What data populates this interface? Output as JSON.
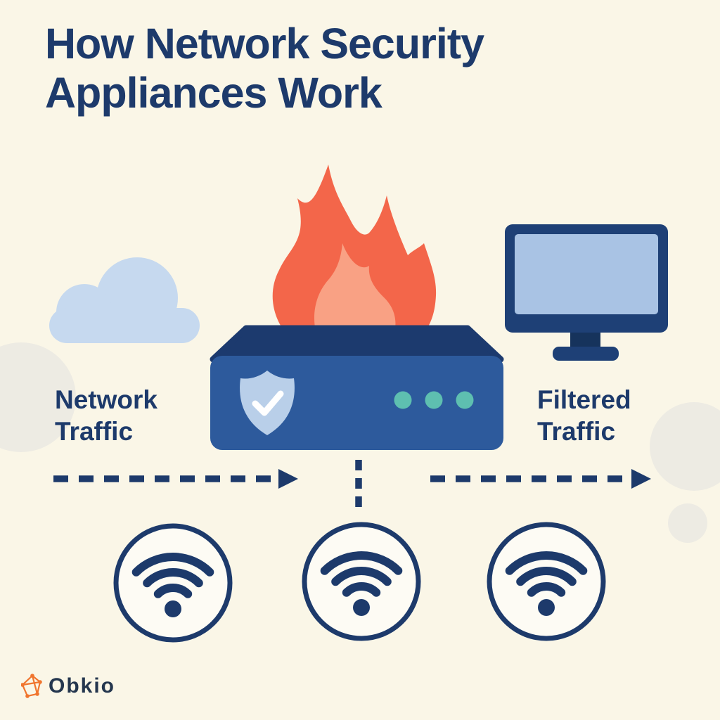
{
  "title": {
    "line1": "How Network Security",
    "line2": "Appliances Work",
    "full": "How Network Security Appliances Work"
  },
  "flow": {
    "input_label": "Network Traffic",
    "output_label": "Filtered Traffic",
    "direction": "left-to-right"
  },
  "branding": {
    "name": "Obkio"
  },
  "icons": {
    "cloud": "cloud-icon",
    "flame": "firewall-flame-icon",
    "appliance": "security-appliance",
    "shield": "shield-check-icon",
    "leds": "status-led-dots",
    "monitor": "desktop-monitor-icon",
    "wifi": "wifi-signal-icon",
    "arrows": "dashed-flow-arrow",
    "logo": "obkio-network-graph-icon"
  },
  "colors": {
    "background_cream": "#faf6e7",
    "navy": "#1d3a6b",
    "appliance_front": "#2d5a9c",
    "appliance_top": "#1c3a6e",
    "shield_blue": "#b9cfe9",
    "checkmark_white": "#ffffff",
    "led_teal": "#5ebfb0",
    "flame_outer": "#f3664a",
    "flame_inner": "#f9a184",
    "cloud_blue": "#c6d9ef",
    "monitor_frame": "#1e4076",
    "monitor_screen": "#a9c3e4",
    "monitor_neck": "#16335c",
    "wifi_circle_fill": "#fdfbf4",
    "blob_gray": "#edebe3",
    "logo_orange": "#f0752e",
    "logo_text_navy": "#24364e"
  }
}
